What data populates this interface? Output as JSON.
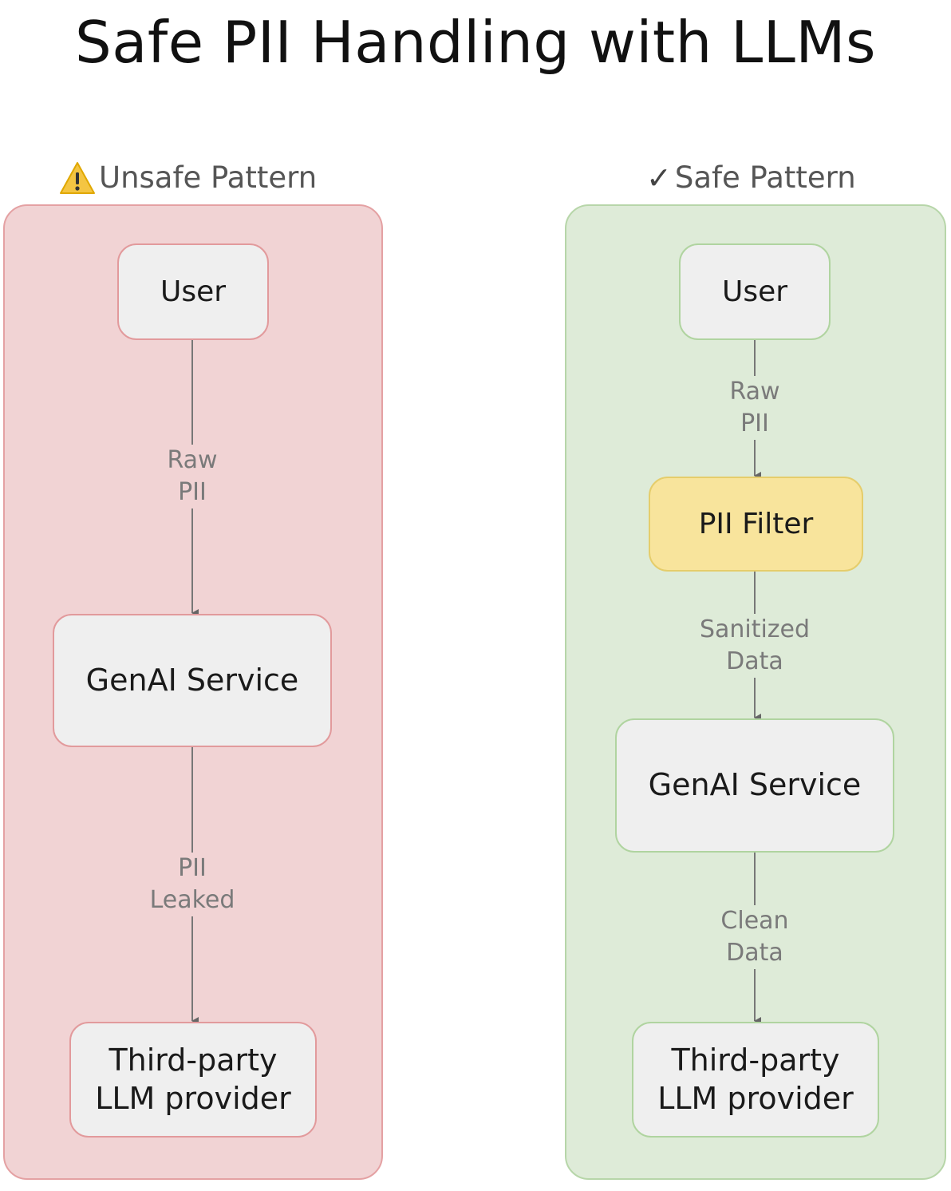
{
  "title": "Safe PII Handling with LLMs",
  "unsafe": {
    "heading": "Unsafe Pattern",
    "heading_icon": "warning-icon",
    "nodes": {
      "user": "User",
      "genai": "GenAI Service",
      "provider": "Third-party\nLLM provider"
    },
    "edges": {
      "user_to_genai": "Raw\nPII",
      "genai_to_provider": "PII\nLeaked"
    }
  },
  "safe": {
    "heading": "Safe Pattern",
    "heading_icon": "check-icon",
    "heading_glyph": "✓",
    "nodes": {
      "user": "User",
      "filter": "PII Filter",
      "genai": "GenAI Service",
      "provider": "Third-party\nLLM provider"
    },
    "edges": {
      "user_to_filter": "Raw\nPII",
      "filter_to_genai": "Sanitized\nData",
      "genai_to_provider": "Clean\nData"
    }
  },
  "colors": {
    "unsafe_panel": "#f1d3d4",
    "unsafe_border": "#e4a1a3",
    "safe_panel": "#deebd8",
    "safe_border": "#b7d6a9",
    "filter_fill": "#f8e49c",
    "node_fill": "#efefef"
  }
}
